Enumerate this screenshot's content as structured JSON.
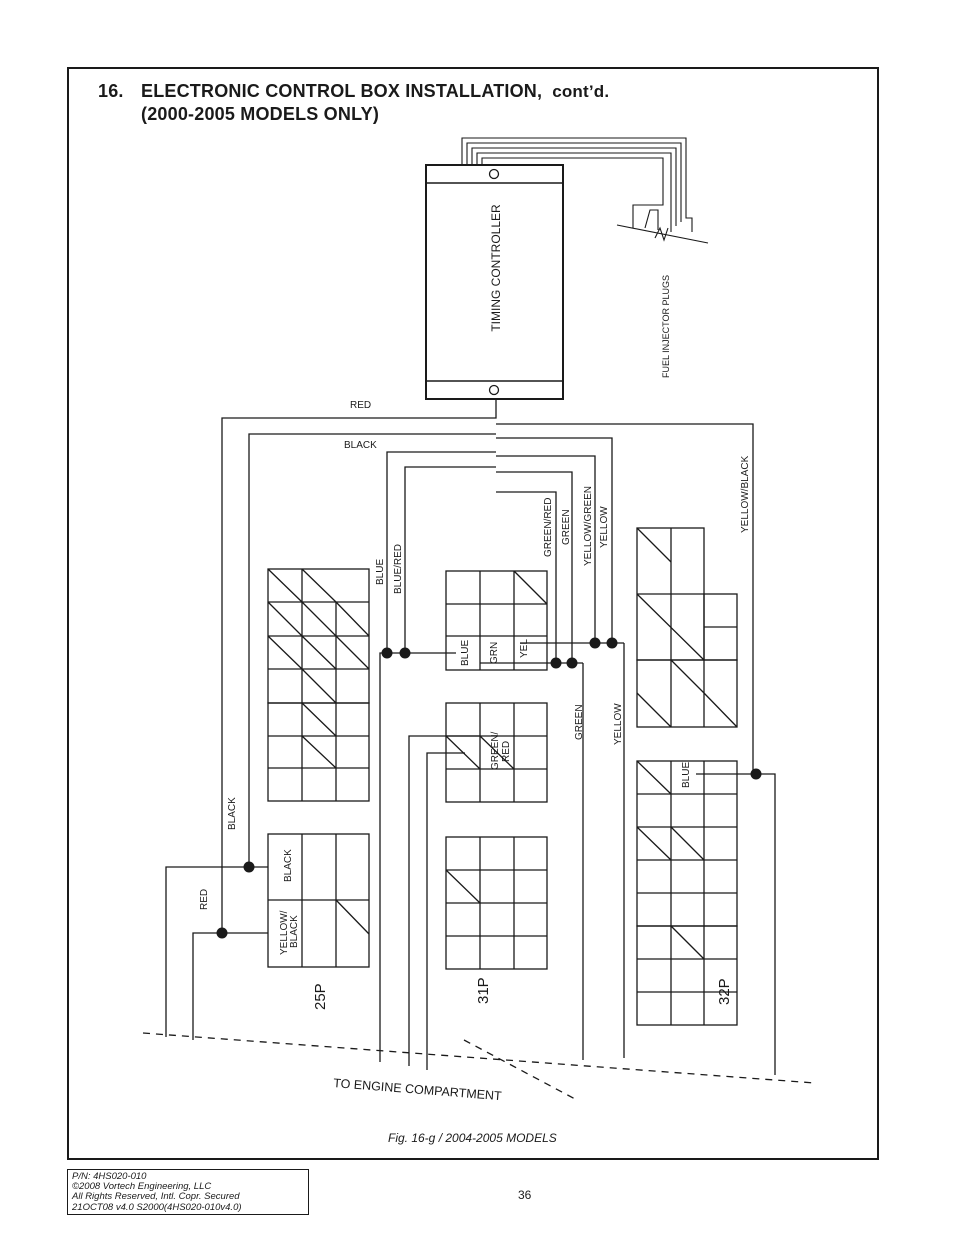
{
  "section": {
    "number": "16.",
    "title": "ELECTRONIC CONTROL BOX INSTALLATION,",
    "title_suffix": "cont’d.",
    "subtitle": "(2000-2005 MODELS ONLY)"
  },
  "diagram": {
    "controller_label": "TIMING CONTROLLER",
    "injector_label": "FUEL INJECTOR PLUGS",
    "wire_red": "RED",
    "wire_black": "BLACK",
    "wire_yellow_black": "YELLOW/BLACK",
    "wire_blue": "BLUE",
    "wire_blue_red": "BLUE/RED",
    "wire_green_red": "GREEN/RED",
    "wire_green": "GREEN",
    "wire_yellow_green": "YELLOW/GREEN",
    "wire_yellow": "YELLOW",
    "lower_black": "BLACK",
    "lower_red": "RED",
    "lower_green": "GREEN",
    "lower_yellow": "YELLOW",
    "pin_black": "BLACK",
    "pin_yellow_black_1": "YELLOW/",
    "pin_yellow_black_2": "BLACK",
    "pin_blue_31": "BLUE",
    "pin_grn": "GRN",
    "pin_yel": "YEL",
    "pin_green_red_1": "GREEN/",
    "pin_green_red_2": "RED",
    "pin_blue_32": "BLUE",
    "connector_25": "25P",
    "connector_31": "31P",
    "connector_32": "32P",
    "engine_label": "TO ENGINE COMPARTMENT"
  },
  "caption": "Fig. 16-g / 2004-2005 MODELS",
  "footer": {
    "pn": "P/N: 4HS020-010",
    "copyright": "©2008 Vortech Engineering, LLC",
    "rights": "All Rights Reserved, Intl. Copr. Secured",
    "revision": "21OCT08 v4.0 S2000(4HS020-010v4.0)"
  },
  "page_number": "36"
}
